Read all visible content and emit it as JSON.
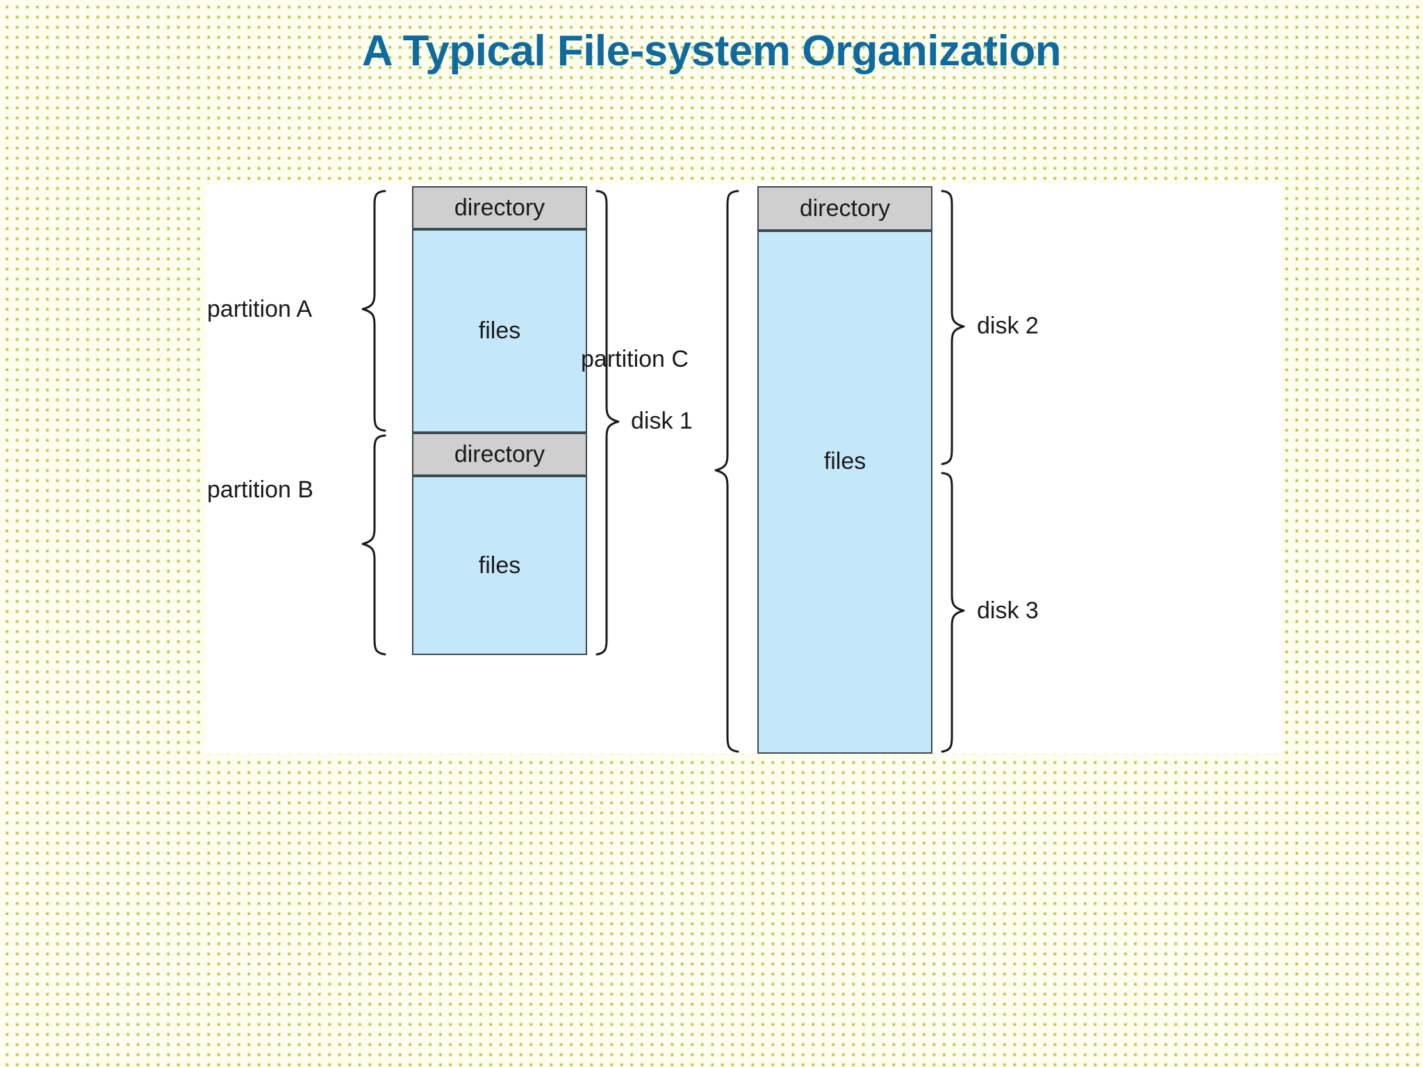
{
  "slide": {
    "title": "A Typical File-system Organization",
    "title_color": "#0f6a9e",
    "background_color": "#fdfeee",
    "background_dot_color": "#a9c02b"
  },
  "figure": {
    "panel_background": "#ffffff",
    "directory_fill": "#cfcfcf",
    "files_fill": "#c5e7fa",
    "stroke_color": "#3d4a50",
    "left_disk": {
      "disk_label": "disk 1",
      "partitions": [
        {
          "label": "partition A",
          "blocks": [
            {
              "kind": "directory",
              "text": "directory"
            },
            {
              "kind": "files",
              "text": "files"
            }
          ]
        },
        {
          "label": "partition B",
          "blocks": [
            {
              "kind": "directory",
              "text": "directory"
            },
            {
              "kind": "files",
              "text": "files"
            }
          ]
        }
      ]
    },
    "right_disks": {
      "partition_label": "partition C",
      "disk_labels": [
        "disk 2",
        "disk 3"
      ],
      "blocks": [
        {
          "kind": "directory",
          "text": "directory"
        },
        {
          "kind": "files",
          "text": "files"
        }
      ]
    }
  }
}
